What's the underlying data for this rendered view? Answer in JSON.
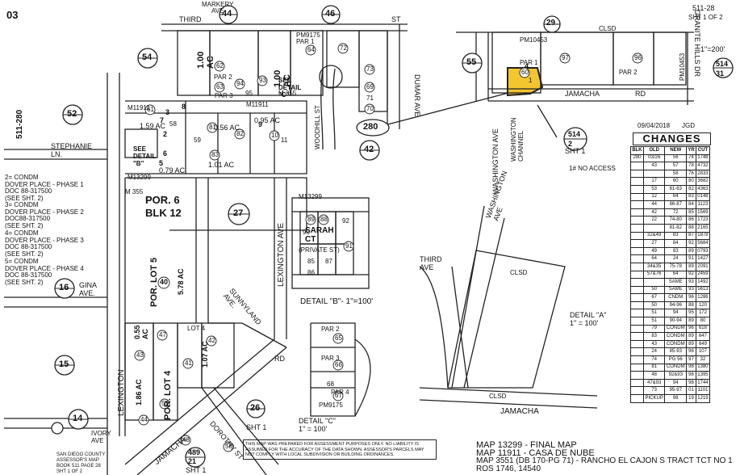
{
  "map": {
    "page_number": "03",
    "book_ref_top": "511-28",
    "sheet_ref_top": "SHT 1 OF 2",
    "scale_top": "1\"=200'",
    "date_stamp": "09/04/2018",
    "initials": "JGD",
    "streets": {
      "markery": "MARKERY",
      "markery_ave": "AVE",
      "third_st": "THIRD",
      "st": "ST",
      "dumar_ave": "DUMAR AVE",
      "stephanie_ln": "STEPHANIE\nLN.",
      "gina_ave": "GINA\nAVE.",
      "ivory_ave": "IVORY\nAVE",
      "lexington": "LEXINGTON",
      "lexington_ave": "LEXINGTON AVE",
      "sunnyland_ave": "SUNNYLAND\nAVE.",
      "dorothy_st": "DOROTHY ST",
      "jamacha_rd": "JAMACHA",
      "rd": "RD",
      "woodhill_st": "WOODHILL ST",
      "washington_ave": "WASHINGTON AVE",
      "washington_channel": "WASHINGTON\nCHANNEL",
      "granite_hills_dr": "GRANITE HILLS DR",
      "third_ave": "THIRD\nAVE",
      "sarah_ct": "SARAH\nCT",
      "private_st": "(PRIVATE ST)",
      "jamacha_lower": "JAMACHA",
      "washington_lower": "WASHINGTON\nAVE"
    },
    "condm_notes": [
      "2= CONDM\nDOVER PLACE - PHASE 1\nDOC 88-317500\n(SEE SHT. 2)",
      "3= CONDM\nDOVER PLACE - PHASE 2\nDOC88-317500\n(SEE SHT. 2)",
      "4= CONDM\nDOVER PLACE - PHASE 3\nDOC 88-317500\n(SEE SHT. 2)",
      "5= CONDM\nDOVER PLACE - PHASE 4\nDOC 88-317500\n(SEE SHT. 2)"
    ],
    "side_book": "511-280",
    "blk_label": "POR. 6\nBLK 12",
    "por_lot5": "POR. LOT 5",
    "por_lot4": "POR. LOT 4",
    "acreage": [
      "1.00\nAC",
      "1.00\nAC",
      "1.59 AC",
      "0.56 AC",
      "0.95 AC",
      "1.01 AC",
      "0.79 AC",
      "5.78 AC",
      "0.55\nAC",
      "1.86 AC",
      "1.07 AC"
    ],
    "detail_labels": {
      "see_detail_b": "SEE\nDETAIL\n\"B\"",
      "see_detail_c": "SEE\nDETAIL\n\"C\"",
      "detail_b": "DETAIL \"B\"- 1\"=100'",
      "detail_c": "DETAIL \"C\"\n1\" = 100'",
      "detail_a": "DETAIL \"A\"\n1\" = 100'",
      "sht1_a": "SHT 1",
      "sht1_b": "SHT 1",
      "sht1_c": "SHT 1",
      "no_access": "1# NO ACCESS",
      "clsd": "CLSD",
      "pm": [
        "PM10453",
        "PM9175",
        "PM9175",
        "PM10453",
        "M11911",
        "M11911",
        "M13299",
        "M13299",
        "M 355",
        "M 355"
      ]
    },
    "circle_numbers": [
      "44",
      "46",
      "29",
      "54",
      "55",
      "52",
      "42",
      "280",
      "16",
      "15",
      "14",
      "27",
      "26",
      "514\n2",
      "514\n31",
      "489\n21"
    ],
    "parcel_numbers": [
      "62",
      "63",
      "64",
      "72",
      "73",
      "69",
      "70",
      "71",
      "93",
      "94",
      "95",
      "10",
      "11",
      "61",
      "81",
      "82",
      "83",
      "85",
      "86",
      "87",
      "88",
      "89",
      "90",
      "91",
      "92",
      "97",
      "96",
      "65",
      "66",
      "67",
      "68",
      "60",
      "40",
      "41",
      "42",
      "43",
      "44",
      "48",
      "47",
      "56",
      "57",
      "58",
      "59",
      "7",
      "8",
      "9",
      "6",
      "5",
      "3",
      "2",
      "1",
      "4"
    ],
    "par_labels": [
      "PAR 1",
      "PAR 2",
      "PAR 3",
      "PAR 2",
      "PAR 3",
      "PAR 4",
      "PAR 1",
      "PAR 2",
      "LOT 4"
    ],
    "footer_left": "SAN DIEGO COUNTY\nASSESSOR'S MAP\nBOOK 511 PAGE 28\nSHT 1 OF 2",
    "disclaimer": "THIS MAP WAS PREPARED FOR ASSESSMENT PURPOSES ONLY. NO LIABILITY IS ASSUMED FOR THE ACCURACY OF THE DATA SHOWN. ASSESSOR'S PARCELS MAY NOT COMPLY WITH LOCAL SUBDIVISION OR BUILDING ORDINANCES.",
    "footer_maps": [
      "MAP 13299 - FINAL MAP",
      "MAP 11911 - CASA DE NUBE",
      "MAP 3551 (DB 170-PG 71) - RANCHO EL CAJON S TRACT TCT NO 1",
      "ROS 1746, 14540"
    ],
    "highlight_color": "#f3c52e"
  },
  "changes": {
    "title": "CHANGES",
    "headers": [
      "BLK",
      "OLD",
      "NEW",
      "YR",
      "CUT"
    ],
    "rows": [
      [
        "280",
        "03/26",
        "56",
        "74",
        "1748"
      ],
      [
        "",
        "43",
        "57",
        "78",
        "4732"
      ],
      [
        "",
        "",
        "58",
        "76",
        "2833"
      ],
      [
        "",
        "17",
        "60",
        "80",
        "3682"
      ],
      [
        "",
        "53",
        "61-63",
        "82",
        "4363"
      ],
      [
        "",
        "12",
        "64",
        "83",
        "0148"
      ],
      [
        "",
        "44",
        "86-87",
        "84",
        "1123"
      ],
      [
        "",
        "42",
        "72",
        "85",
        "1569"
      ],
      [
        "",
        "22",
        "74-80",
        "86",
        "1723"
      ],
      [
        "",
        "",
        "81-82",
        "88",
        "2165"
      ],
      [
        "",
        "32&49",
        "83",
        "87",
        "1878"
      ],
      [
        "",
        "27",
        "84",
        "92",
        "5684"
      ],
      [
        "",
        "49",
        "83",
        "89",
        "0793"
      ],
      [
        "",
        "64",
        "24",
        "91",
        "1427"
      ],
      [
        "",
        "34&35",
        "75-78",
        "89",
        "2091"
      ],
      [
        "",
        "57&76",
        "64",
        "92",
        "2459"
      ],
      [
        "",
        "",
        "SAME",
        "93",
        "1492"
      ],
      [
        "",
        "50",
        "SAME",
        "93",
        "5613"
      ],
      [
        "",
        "67",
        "CNDM",
        "96",
        "1286"
      ],
      [
        "",
        "50",
        "94-96",
        "88",
        "120"
      ],
      [
        "",
        "51",
        "94",
        "95",
        "172"
      ],
      [
        "",
        "51",
        "90-94",
        "89",
        "80"
      ],
      [
        "",
        "79",
        "CONDM",
        "96",
        "618"
      ],
      [
        "",
        "83",
        "CONDM",
        "89",
        "647"
      ],
      [
        "",
        "43",
        "CONDM",
        "89",
        "649"
      ],
      [
        "",
        "24",
        "85-93",
        "96",
        "107"
      ],
      [
        "",
        "74",
        "PG 56",
        "97",
        "32"
      ],
      [
        "",
        "81",
        "CONDM",
        "98",
        "1380"
      ],
      [
        "",
        "48",
        "92&93",
        "98",
        "1395"
      ],
      [
        "",
        "47&93",
        "94",
        "98",
        "1744"
      ],
      [
        "",
        "73",
        "95-97",
        "01",
        "1101"
      ],
      [
        "",
        "PICKUP",
        "98",
        "19",
        "1219"
      ]
    ]
  }
}
